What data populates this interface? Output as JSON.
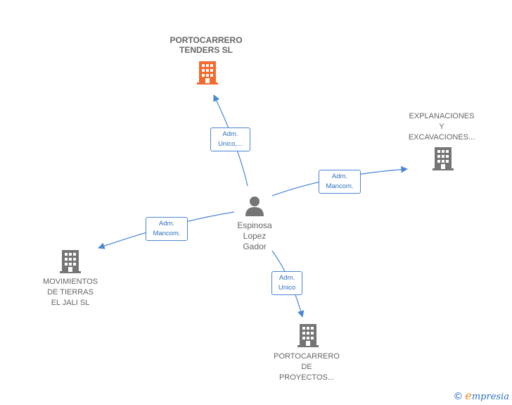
{
  "colors": {
    "accent": "#f26a2e",
    "node": "#757575",
    "edge": "#4a86d4",
    "text": "#666666"
  },
  "person": {
    "icon": "person-icon",
    "lines": [
      "Espinosa",
      "Lopez",
      "Gador"
    ]
  },
  "companies": [
    {
      "id": "tenders",
      "icon": "building-icon",
      "highlight": true,
      "lines": [
        "PORTOCARRERO",
        "TENDERS  SL"
      ]
    },
    {
      "id": "explanaciones",
      "icon": "building-icon",
      "highlight": false,
      "lines": [
        "EXPLANACIONES",
        "Y",
        "EXCAVACIONES..."
      ]
    },
    {
      "id": "movimientos",
      "icon": "building-icon",
      "highlight": false,
      "lines": [
        "MOVIMIENTOS",
        "DE TIERRAS",
        "EL JALI  SL"
      ]
    },
    {
      "id": "proyectos",
      "icon": "building-icon",
      "highlight": false,
      "lines": [
        "PORTOCARRERO",
        "DE",
        "PROYECTOS..."
      ]
    }
  ],
  "relations": [
    {
      "to": "tenders",
      "lines": [
        "Adm.",
        "Unico,..."
      ]
    },
    {
      "to": "explanaciones",
      "lines": [
        "Adm.",
        "Mancom."
      ]
    },
    {
      "to": "movimientos",
      "lines": [
        "Adm.",
        "Mancom."
      ]
    },
    {
      "to": "proyectos",
      "lines": [
        "Adm.",
        "Unico"
      ]
    }
  ],
  "brand": {
    "copyright": "©",
    "e": "e",
    "rest": "mpresia"
  }
}
